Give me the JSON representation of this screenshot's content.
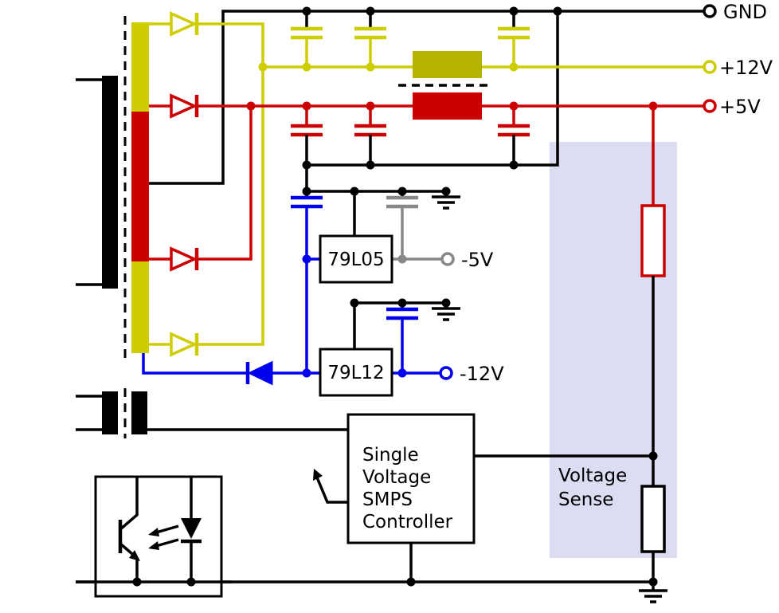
{
  "terminals": {
    "gnd": {
      "label": "GND",
      "color": "#000000"
    },
    "p12": {
      "label": "+12V",
      "color": "#cdcd00"
    },
    "p5": {
      "label": "+5V",
      "color": "#cc0000"
    },
    "n5": {
      "label": "-5V",
      "color": "#888888"
    },
    "n12": {
      "label": "-12V",
      "color": "#0000ee"
    }
  },
  "regulators": {
    "n5": {
      "label": "79L05"
    },
    "n12": {
      "label": "79L12"
    }
  },
  "controller": {
    "lines": [
      "Single",
      "Voltage",
      "SMPS",
      "Controller"
    ]
  },
  "sense": {
    "lines": [
      "Voltage",
      "Sense"
    ]
  },
  "colors": {
    "ground_wire": "#000000",
    "rail_12v": "#cdcd00",
    "rail_5v": "#cc0000",
    "negative_unregulated": "#0000ee",
    "negative_5v_output": "#888888",
    "inductor_12v_fill": "#b3b300",
    "inductor_5v_fill": "#cc0000",
    "sense_region_background": "#dcdcf2"
  }
}
